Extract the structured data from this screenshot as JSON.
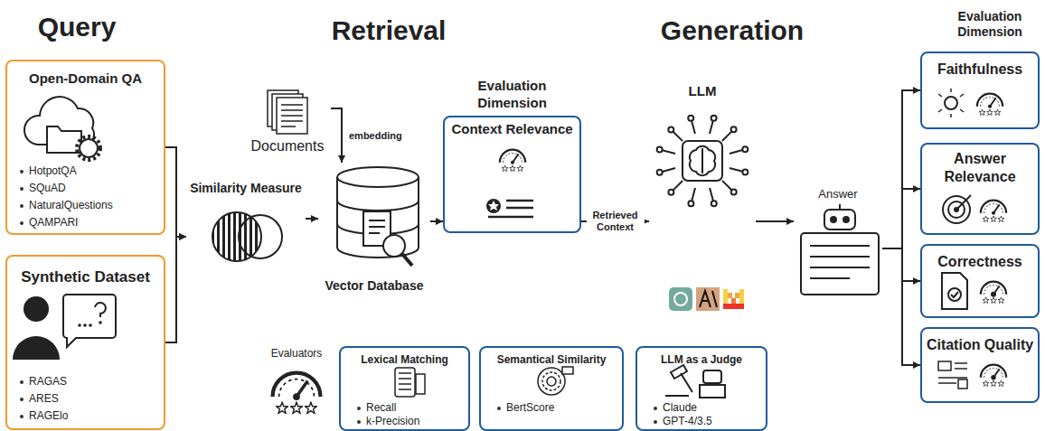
{
  "diagram": {
    "nodes": [
      {
        "text": [
          "Open-Domain QA",
          "HotpotQA",
          "SQuAD",
          "NaturalQuestions",
          "QAMPARI"
        ]
      },
      {
        "text": [
          "Synthetic Dataset",
          "RAGAS",
          "ARES",
          "RAGElo"
        ]
      },
      {
        "text": [
          "Documents"
        ]
      },
      {
        "text": [
          "Similarity Measure"
        ]
      },
      {
        "text": [
          "Vector Database"
        ]
      },
      {
        "text": [
          "Evaluation Dimension",
          "Context Relevance"
        ]
      },
      {
        "text": [
          "LLM"
        ]
      },
      {
        "text": [
          "Answer"
        ]
      },
      {
        "text": [
          "Faithfulness"
        ]
      },
      {
        "text": [
          "Answer Relevance"
        ]
      },
      {
        "text": [
          "Correctness"
        ]
      },
      {
        "text": [
          "Citation Quality"
        ]
      },
      {
        "text": [
          "Lexical Matching",
          "Recall",
          "k-Precision"
        ]
      },
      {
        "text": [
          "Semantical Similarity",
          "BertScore"
        ]
      },
      {
        "text": [
          "LLM as a Judge",
          "Claude",
          "GPT-4/3.5"
        ]
      }
    ],
    "edges": [
      {
        "from": 0,
        "to": 3,
        "arrow": "to"
      },
      {
        "from": 1,
        "to": 3,
        "arrow": "to"
      },
      {
        "from": 3,
        "to": 4,
        "arrow": "to"
      },
      {
        "from": 2,
        "to": 4,
        "label": "embedding",
        "arrow": "to"
      },
      {
        "from": 4,
        "to": 5,
        "arrow": "to"
      },
      {
        "from": 5,
        "to": 6,
        "label": "Retrieved Context",
        "arrow": "to"
      },
      {
        "from": 6,
        "to": 7,
        "arrow": "to"
      },
      {
        "from": 7,
        "to": 8,
        "arrow": "to"
      },
      {
        "from": 7,
        "to": 9,
        "arrow": "to"
      },
      {
        "from": 7,
        "to": 10,
        "arrow": "to"
      },
      {
        "from": 7,
        "to": 11,
        "arrow": "to"
      }
    ],
    "labels": [
      "Query",
      "Retrieval",
      "Generation",
      "Evaluation Dimension",
      "Evaluators"
    ]
  }
}
